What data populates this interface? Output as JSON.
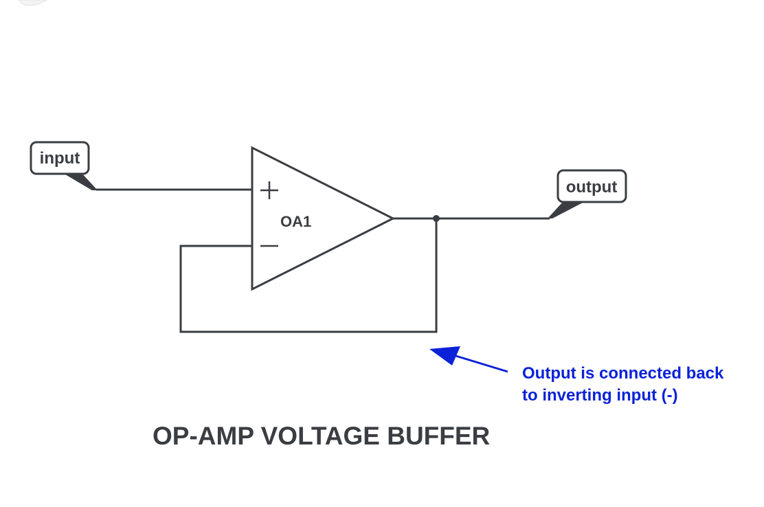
{
  "diagram": {
    "input_label": "input",
    "output_label": "output",
    "opamp_ref": "OA1",
    "plus_sign": "+",
    "minus_sign": "−",
    "annotation_line1": "Output is connected back",
    "annotation_line2": "to inverting input (-)",
    "title": "OP-AMP VOLTAGE BUFFER"
  },
  "colors": {
    "line": "#3a3d42",
    "annotation": "#0b22d8",
    "background": "#ffffff"
  }
}
